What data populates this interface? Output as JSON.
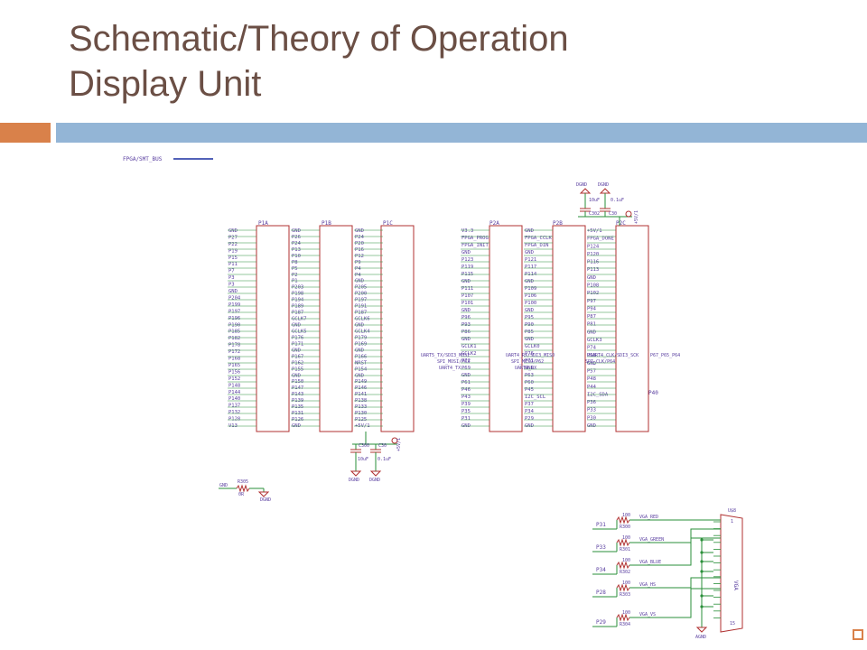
{
  "slide": {
    "title_line1": "Schematic/Theory of Operation",
    "title_line2": "Display Unit"
  },
  "schematic": {
    "bus_label": "FPGA/SMT_BUS",
    "ground_label": "GND",
    "dgnd": "DGND",
    "agnd": "AGND",
    "rail_label": "+5V/1",
    "cap_10u": "10uF",
    "cap_01u": "0.1uF",
    "header_p1": {
      "a": "P1A",
      "b": "P1B",
      "c": "P1C"
    },
    "header_p2": {
      "a": "P2A",
      "b": "P2B",
      "c": "P2C"
    },
    "caps_p1": {
      "c1": "C300",
      "c2": "C30"
    },
    "caps_p2": {
      "c1": "C302",
      "c2": "C30"
    },
    "r305": {
      "ref": "R305",
      "val": "0R"
    },
    "p40": "P40",
    "vga_connector": {
      "ref": "U$8",
      "body": "VGA",
      "pin1": "1",
      "pin15": "15"
    },
    "p1a_nets": [
      "GND",
      "P27",
      "P22",
      "P19",
      "P15",
      "P11",
      "P7",
      "P3",
      "P3",
      "GND",
      "P204",
      "P199",
      "P197",
      "P196",
      "P190",
      "P185",
      "P182",
      "P178",
      "P172",
      "P168",
      "P165",
      "P156",
      "P152",
      "P148",
      "P144",
      "P140",
      "P137",
      "P132",
      "P128",
      "V13"
    ],
    "p1b_nets": [
      "GND",
      "P26",
      "P24",
      "P13",
      "P10",
      "P8",
      "P5",
      "P2",
      "P1",
      "P203",
      "P198",
      "P194",
      "P189",
      "P187",
      "GCLK7",
      "GND",
      "GCLK5",
      "P176",
      "P171",
      "GND",
      "P167",
      "P162",
      "P155",
      "GND",
      "P150",
      "P147",
      "P143",
      "P139",
      "P135",
      "P131",
      "P126",
      "GND"
    ],
    "p1c_nets": [
      "GND",
      "P24",
      "P20",
      "P16",
      "P12",
      "P9",
      "P4",
      "P4",
      "GND",
      "P205",
      "P200",
      "P197",
      "P191",
      "P187",
      "GCLK6",
      "GND",
      "GCLK4",
      "P179",
      "P169",
      "GND",
      "P166",
      "NRST",
      "P154",
      "GND",
      "P149",
      "P146",
      "P141",
      "P138",
      "P133",
      "P130",
      "P125",
      "+5V/1"
    ],
    "p2a_nets": [
      "V3.3",
      "FPGA_PROG",
      "FPGA_INIT",
      "GND",
      "P123",
      "P119",
      "P115",
      "GND",
      "P111",
      "P107",
      "P101",
      "GND",
      "P96",
      "P93",
      "P86",
      "GND",
      "GCLK1",
      "GCLK2",
      "P72",
      "P69",
      "GND",
      "P61",
      "P46",
      "P43",
      "P39",
      "P35",
      "P31",
      "GND"
    ],
    "p2b_nets": [
      "GND",
      "FPGA_CCLK",
      "FPGA_DIN",
      "GND",
      "P121",
      "P117",
      "P114",
      "GND",
      "P109",
      "P106",
      "P100",
      "GND",
      "P95",
      "P90",
      "P85",
      "GND",
      "GCLK0",
      "P76",
      "P71",
      "GND",
      "P63",
      "P60",
      "P45",
      "I2C_SCL",
      "P37",
      "P34",
      "P29",
      "GND"
    ],
    "p2c_nets": [
      "+5V/1",
      "FPGA_DONE",
      "P124",
      "P120",
      "P116",
      "P113",
      "GND",
      "P108",
      "P102",
      "P97",
      "P94",
      "P87",
      "P81",
      "GND",
      "GCLK3",
      "P74",
      "P68",
      "GND",
      "P57",
      "P48",
      "P44",
      "I2C_SDA",
      "P36",
      "P33",
      "P30",
      "GND"
    ],
    "uart_labels": [
      "UART5_TX/SDI3_MOSI",
      "SPI_MOSI/P63",
      "UART4_TX",
      "UART4_RX/SDI3_MISO",
      "SPI_MISO/P62",
      "UART4_RX",
      "USART4_CLK/SDI3_SCK",
      "SPI_CLK/P64",
      "P67_P65_P64"
    ],
    "vga_nets": [
      {
        "pin": "P31",
        "r": "R300",
        "val": "100",
        "net": "VGA_RED"
      },
      {
        "pin": "P33",
        "r": "R301",
        "val": "100",
        "net": "VGA_GREEN"
      },
      {
        "pin": "P34",
        "r": "R302",
        "val": "100",
        "net": "VGA_BLUE"
      },
      {
        "pin": "P28",
        "r": "R303",
        "val": "100",
        "net": "VGA_HS"
      },
      {
        "pin": "P29",
        "r": "R304",
        "val": "100",
        "net": "VGA_VS"
      }
    ]
  },
  "colors": {
    "title": "#6b4f45",
    "accent_orange": "#d9814a",
    "accent_blue": "#93b5d6",
    "net": "#2a8f3a",
    "component": "#b03030",
    "label": "#5a3fa0",
    "bus": "#1a2fa0"
  }
}
